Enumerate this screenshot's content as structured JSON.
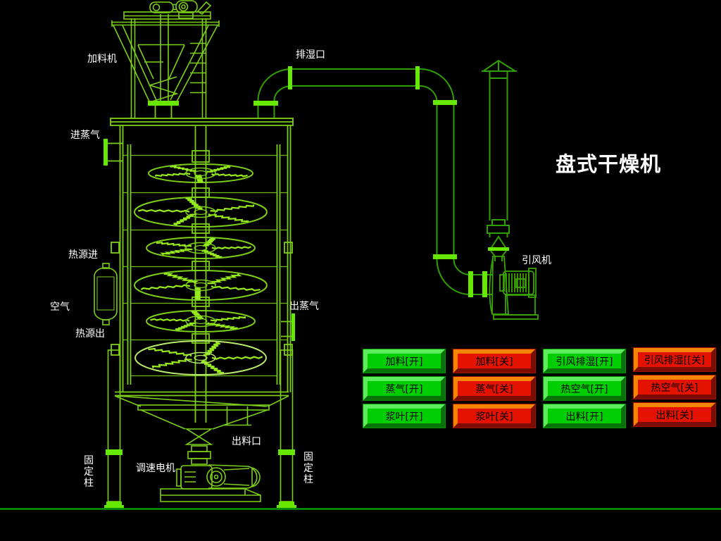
{
  "title": "盘式干燥机",
  "diagram": {
    "labels": {
      "feeder": "加料机",
      "moisture_outlet": "排湿口",
      "steam_in": "进蒸气",
      "heat_in": "热源进",
      "air": "空气",
      "heat_out": "热源出",
      "steam_out": "出蒸气",
      "fan": "引风机",
      "discharge_port": "出料口",
      "speed_motor": "调速电机",
      "fixed_column_left": "固定柱",
      "fixed_column_right": "固定柱"
    },
    "colors": {
      "machine_green": "#7CCF17",
      "paddle_green": "#97EA1C",
      "pipe_green": "#2F9E00",
      "flange_green": "#66E800",
      "ground_green": "#00C000",
      "label_white": "#FFFFFF"
    }
  },
  "controls": {
    "on_color": "#00CE00",
    "off_color": "#E41200",
    "buttons": [
      {
        "label": "加料[开]",
        "state": "on"
      },
      {
        "label": "加料[关]",
        "state": "off"
      },
      {
        "label": "引风排湿[开]",
        "state": "on"
      },
      {
        "label": "引风排湿[[关]",
        "state": "off"
      },
      {
        "label": "蒸气[开]",
        "state": "on"
      },
      {
        "label": "蒸气[关]",
        "state": "off"
      },
      {
        "label": "热空气[开]",
        "state": "on"
      },
      {
        "label": "热空气[关]",
        "state": "off"
      },
      {
        "label": "浆叶[开]",
        "state": "on"
      },
      {
        "label": "浆叶[关]",
        "state": "off"
      },
      {
        "label": "出料[开]",
        "state": "on"
      },
      {
        "label": "出料[关]",
        "state": "off"
      }
    ]
  }
}
